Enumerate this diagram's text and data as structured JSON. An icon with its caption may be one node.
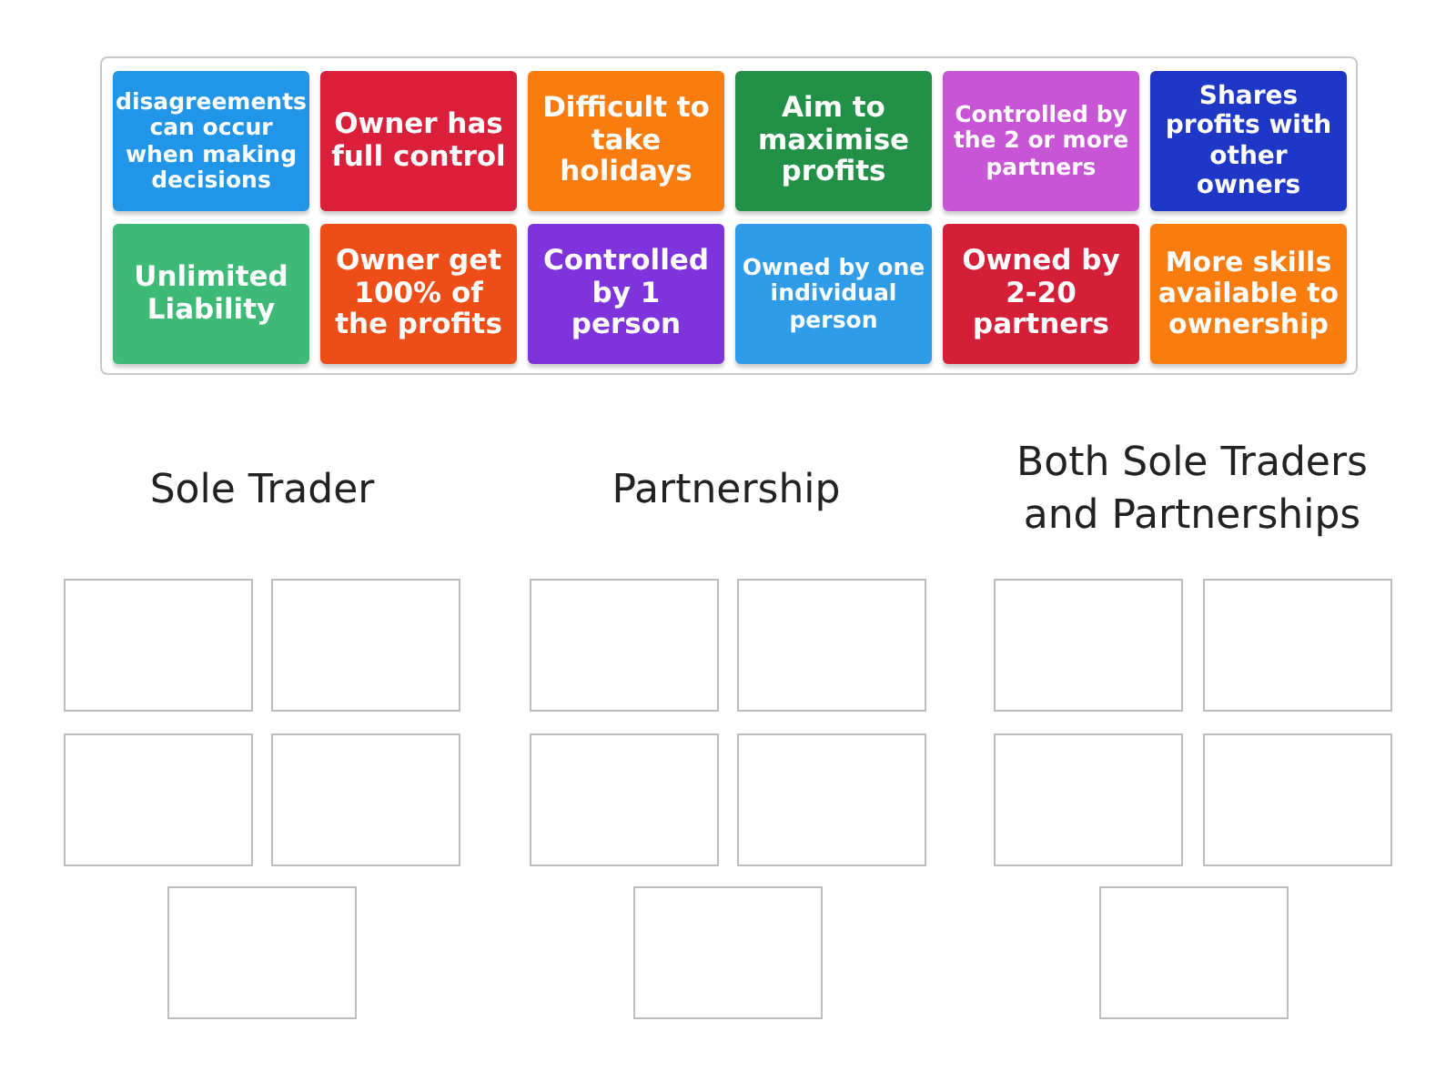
{
  "diagram": {
    "nodes": [
      {
        "text": [],
        "shape": "box"
      },
      {
        "text": [
          "disagreements can occur when making decisions"
        ],
        "in": 0
      },
      {
        "text": [
          "Owner has full control"
        ],
        "in": 0
      },
      {
        "text": [
          "Difficult to take holidays"
        ],
        "in": 0
      },
      {
        "text": [
          "Aim to maximise profits"
        ],
        "in": 0
      },
      {
        "text": [
          "Controlled by the 2 or more partners"
        ],
        "in": 0
      },
      {
        "text": [
          "Shares profits with other owners"
        ],
        "in": 0
      },
      {
        "text": [
          "Unlimited Liability"
        ],
        "in": 0
      },
      {
        "text": [
          "Owner get 100% of the profits"
        ],
        "in": 0
      },
      {
        "text": [
          "Controlled by 1 person"
        ],
        "in": 0
      },
      {
        "text": [
          "Owned by one individual person"
        ],
        "in": 0
      },
      {
        "text": [
          "Owned by 2-20 partners"
        ],
        "in": 0
      },
      {
        "text": [
          "More skills available to ownership"
        ],
        "in": 0
      },
      {
        "text": [],
        "shape": "box"
      },
      {
        "text": [],
        "shape": "box"
      },
      {
        "text": [],
        "shape": "box"
      },
      {
        "text": [],
        "shape": "box"
      },
      {
        "text": [],
        "shape": "box"
      },
      {
        "text": [],
        "shape": "box"
      },
      {
        "text": [],
        "shape": "box"
      },
      {
        "text": [],
        "shape": "box"
      },
      {
        "text": [],
        "shape": "box"
      },
      {
        "text": [],
        "shape": "box"
      },
      {
        "text": [],
        "shape": "box"
      },
      {
        "text": [],
        "shape": "box"
      },
      {
        "text": [],
        "shape": "box"
      },
      {
        "text": [],
        "shape": "box"
      },
      {
        "text": [],
        "shape": "box"
      }
    ],
    "labels": [
      "Sole Trader",
      "Partnership",
      "Both Sole Traders and Partnerships"
    ]
  }
}
